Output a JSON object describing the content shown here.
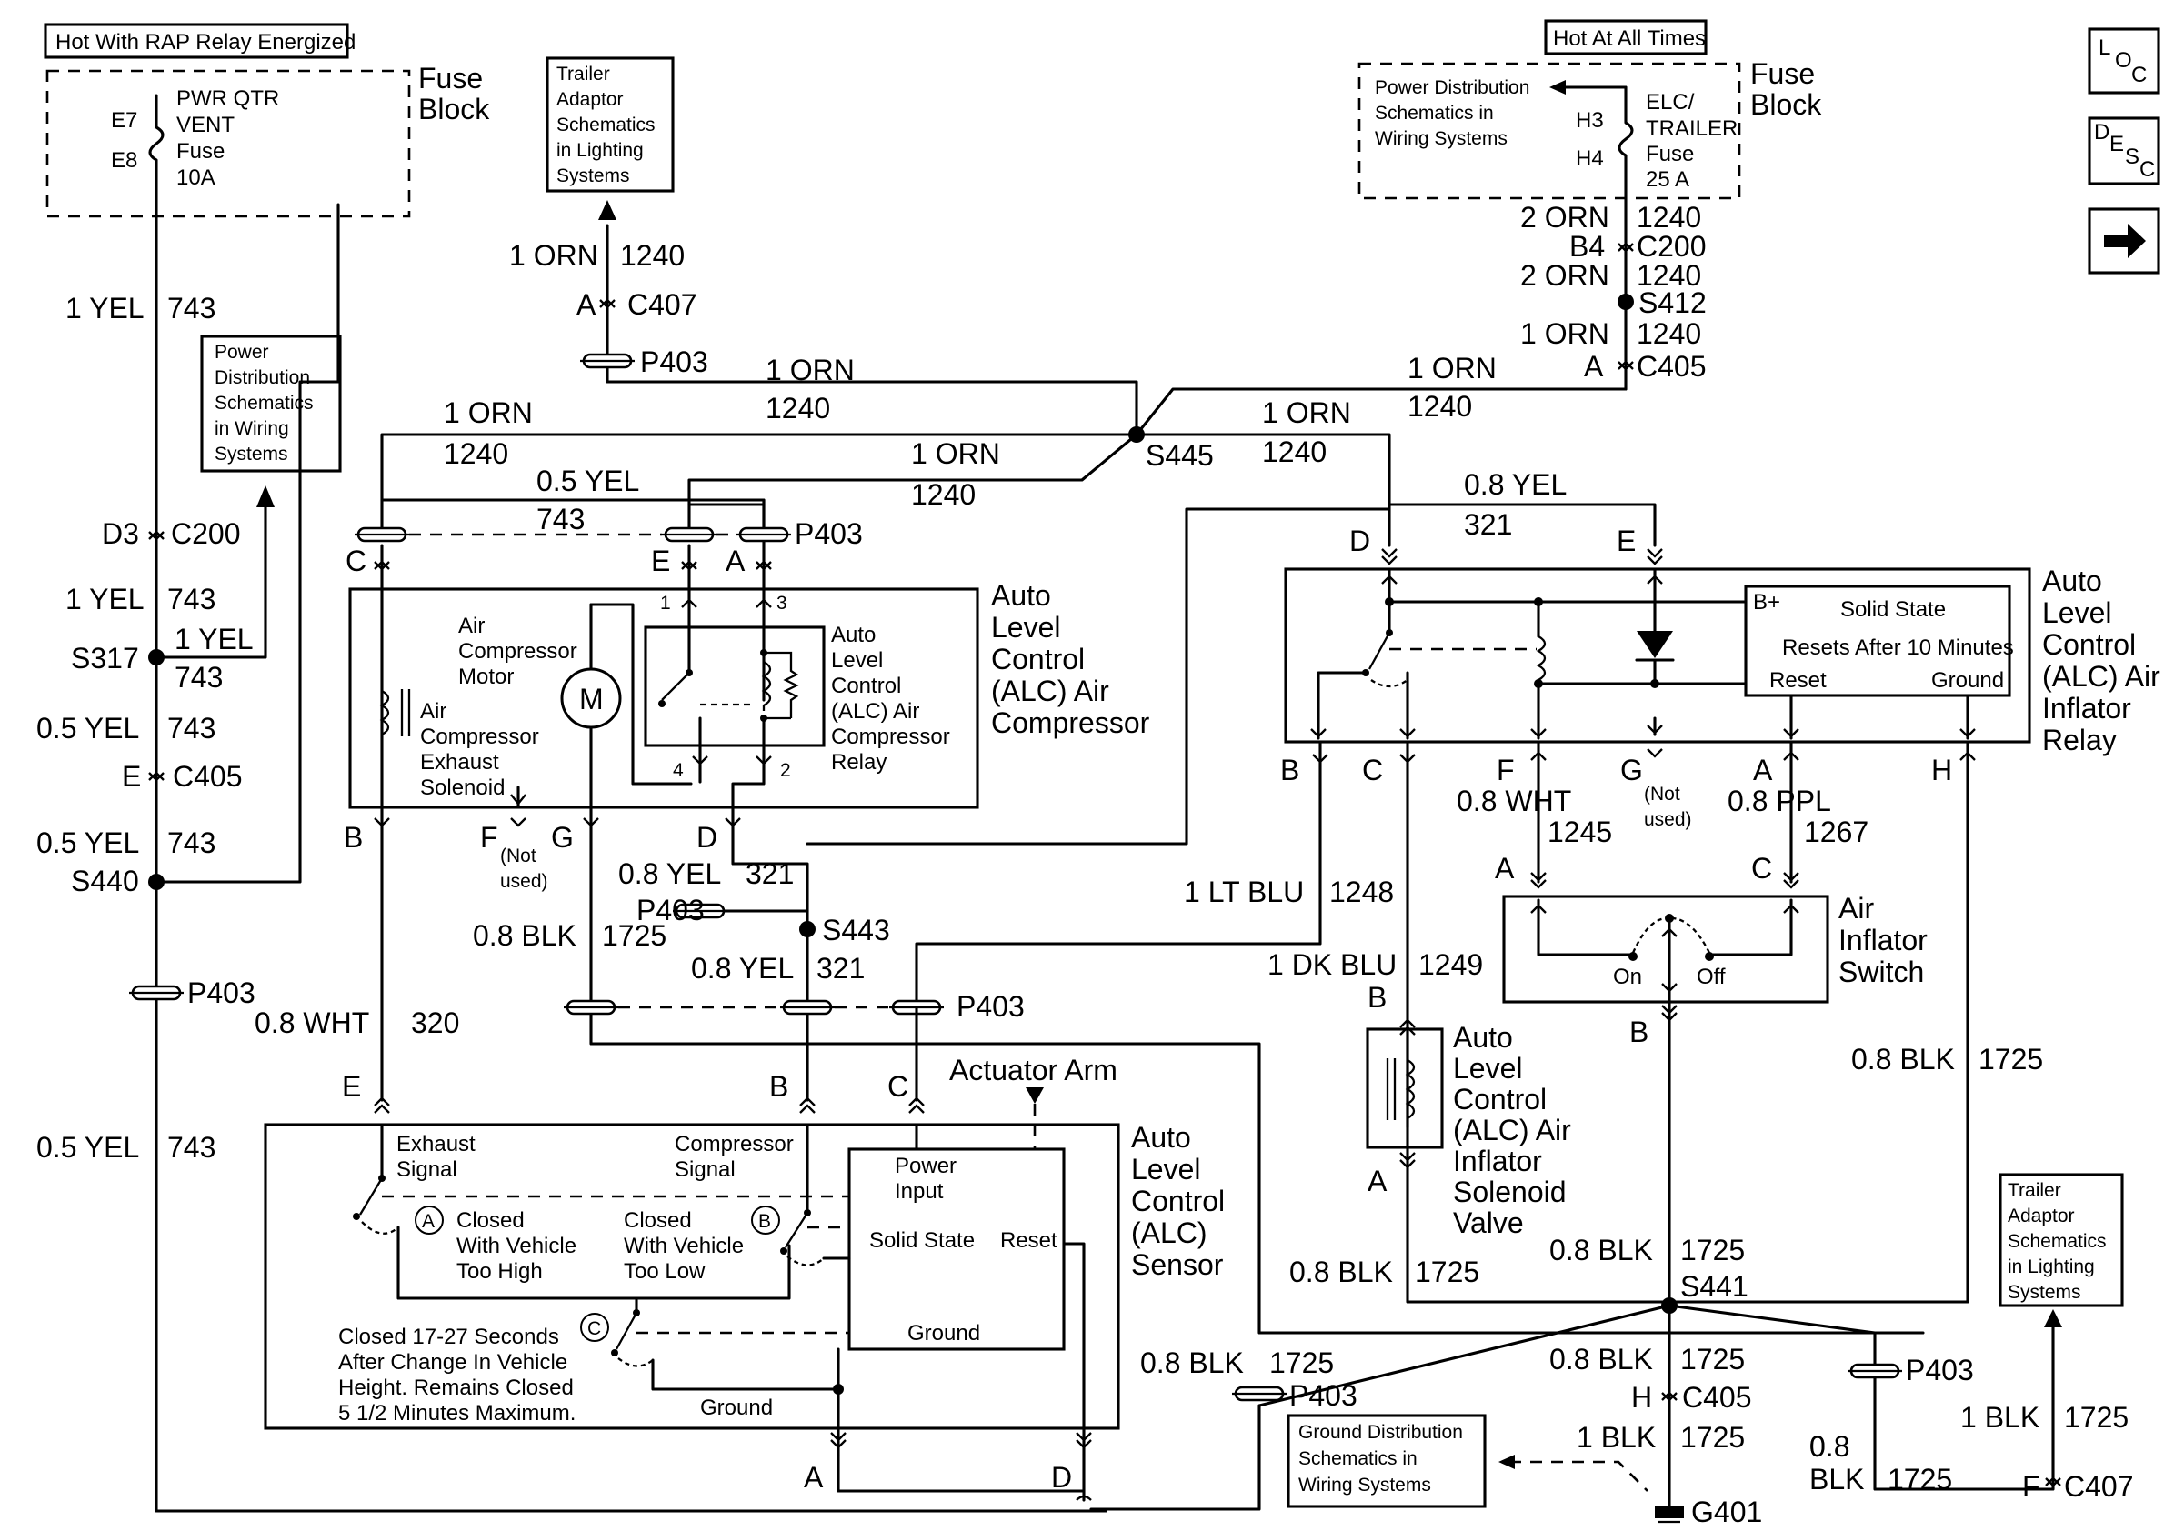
{
  "header_labels": {
    "rap_relay": "Hot With RAP Relay Energized",
    "hot_at_all_times": "Hot At All Times"
  },
  "fuse_block_left": {
    "title": [
      "Fuse",
      "Block"
    ],
    "terminals": [
      "E7",
      "E8"
    ],
    "fuse_text": [
      "PWR QTR",
      "VENT",
      "Fuse",
      "10A"
    ]
  },
  "fuse_block_right": {
    "title": [
      "Fuse",
      "Block"
    ],
    "terminals": [
      "H3",
      "H4"
    ],
    "fuse_text": [
      "ELC/",
      "TRAILER",
      "Fuse",
      "25 A"
    ],
    "ref_text": [
      "Power Distribution",
      "Schematics in",
      "Wiring Systems"
    ]
  },
  "refs": {
    "trailer_top": [
      "Trailer",
      "Adaptor",
      "Schematics",
      "in Lighting",
      "Systems"
    ],
    "power_left": [
      "Power",
      "Distribution",
      "Schematics",
      "in Wiring",
      "Systems"
    ],
    "trailer_bottom": [
      "Trailer",
      "Adaptor",
      "Schematics",
      "in Lighting",
      "Systems"
    ],
    "ground_dist": [
      "Ground Distribution",
      "Schematics in",
      "Wiring Systems"
    ]
  },
  "components": {
    "compressor": {
      "title": [
        "Auto",
        "Level",
        "Control",
        "(ALC) Air",
        "Compressor"
      ],
      "motor_label": [
        "Air",
        "Compressor",
        "Motor"
      ],
      "motor_symbol": "M",
      "solenoid_label": [
        "Air",
        "Compressor",
        "Exhaust",
        "Solenoid"
      ],
      "relay_label": [
        "Auto",
        "Level",
        "Control",
        "(ALC) Air",
        "Compressor",
        "Relay"
      ],
      "relay_pins": [
        "1",
        "3",
        "4",
        "2"
      ]
    },
    "inflator_relay": {
      "title": [
        "Auto",
        "Level",
        "Control",
        "(ALC) Air",
        "Inflator",
        "Relay"
      ],
      "bplus": "B+",
      "solid_state": "Solid State",
      "resets": "Resets After 10 Minutes",
      "reset": "Reset",
      "ground": "Ground"
    },
    "inflator_switch": {
      "title": [
        "Air",
        "Inflator",
        "Switch"
      ],
      "on": "On",
      "off": "Off"
    },
    "inflator_solenoid": {
      "title": [
        "Auto",
        "Level",
        "Control",
        "(ALC) Air",
        "Inflator",
        "Solenoid",
        "Valve"
      ]
    },
    "sensor": {
      "title": [
        "Auto",
        "Level",
        "Control",
        "(ALC)",
        "Sensor"
      ],
      "actuator": "Actuator Arm",
      "exhaust_signal": [
        "Exhaust",
        "Signal"
      ],
      "compressor_signal": [
        "Compressor",
        "Signal"
      ],
      "closed_high": [
        "Closed",
        "With Vehicle",
        "Too High"
      ],
      "closed_low": [
        "Closed",
        "With Vehicle",
        "Too Low"
      ],
      "closed_time": [
        "Closed 17-27 Seconds",
        "After Change In Vehicle",
        "Height. Remains Closed",
        "5 1/2 Minutes Maximum."
      ],
      "power_input": [
        "Power",
        "Input"
      ],
      "solid_state": "Solid State",
      "reset": "Reset",
      "ground_inner": "Ground",
      "ground_bottom": "Ground",
      "switch_letters": [
        "A",
        "B",
        "C"
      ]
    }
  },
  "wires": {
    "left_vert": [
      {
        "gauge": "1 YEL",
        "circuit": "743"
      },
      {
        "gauge": "1 YEL",
        "circuit": "743"
      },
      {
        "gauge": "0.5 YEL",
        "circuit": "743"
      },
      {
        "gauge": "0.5 YEL",
        "circuit": "743"
      },
      {
        "gauge": "0.5 YEL",
        "circuit": "743"
      }
    ],
    "s317_branch": {
      "gauge": "1 YEL",
      "circuit": "743"
    },
    "white_320": {
      "gauge": "0.8 WHT",
      "circuit": "320"
    },
    "yel_743_top": {
      "gauge": "0.5 YEL",
      "circuit": "743"
    },
    "orn_top_left": {
      "gauge": "1 ORN",
      "circuit": "1240"
    },
    "orn_trailer": {
      "gauge": "1 ORN",
      "circuit": "1240"
    },
    "orn_mid": {
      "gauge": "1 ORN",
      "circuit": "1240"
    },
    "orn_center": {
      "gauge": "1 ORN",
      "circuit": "1240"
    },
    "orn_right_mid": {
      "gauge": "1 ORN",
      "circuit": "1240"
    },
    "orn_right_top": {
      "gauge": "1 ORN",
      "circuit": "1240"
    },
    "orn_right_stack": [
      {
        "gauge": "2 ORN",
        "circuit": "1240"
      },
      {
        "gauge": "2 ORN",
        "circuit": "1240"
      },
      {
        "gauge": "1 ORN",
        "circuit": "1240"
      }
    ],
    "yel_321_top": {
      "gauge": "0.8 YEL",
      "circuit": "321"
    },
    "yel_321_a": {
      "gauge": "0.8 YEL",
      "circuit": "321"
    },
    "yel_321_b": {
      "gauge": "0.8 YEL",
      "circuit": "321"
    },
    "blk_1725_g": {
      "gauge": "0.8 BLK",
      "circuit": "1725"
    },
    "ltblu_1248": {
      "gauge": "1 LT BLU",
      "circuit": "1248"
    },
    "dkblu_1249": {
      "gauge": "1 DK BLU",
      "circuit": "1249"
    },
    "wht_1245": {
      "gauge": "0.8 WHT",
      "circuit": "1245"
    },
    "ppl_1267": {
      "gauge": "0.8 PPL",
      "circuit": "1267"
    },
    "blk_h": {
      "gauge": "0.8 BLK",
      "circuit": "1725"
    },
    "blk_sol": {
      "gauge": "0.8 BLK",
      "circuit": "1725"
    },
    "blk_sw": {
      "gauge": "0.8 BLK",
      "circuit": "1725"
    },
    "blk_s441_down": {
      "gauge": "0.8 BLK",
      "circuit": "1725"
    },
    "blk_g401": {
      "gauge": "1 BLK",
      "circuit": "1725"
    },
    "blk_sensor": {
      "gauge": "0.8 BLK",
      "circuit": "1725"
    },
    "blk_p403_right": {
      "gauge": "0.8 BLK",
      "circuit": "1725"
    },
    "blk_c407": {
      "gauge": "1 BLK",
      "circuit": "1725"
    }
  },
  "connectors": {
    "c407_top": [
      "A",
      "C407"
    ],
    "c200_left": [
      "D3",
      "C200"
    ],
    "c405_left": [
      "E",
      "C405"
    ],
    "c200_right": [
      "B4",
      "C200"
    ],
    "c405_right": [
      "A",
      "C405"
    ],
    "c405_bottom": [
      "H",
      "C405"
    ],
    "c407_bottom": [
      "F",
      "C407"
    ],
    "p403": "P403"
  },
  "splices": {
    "s317": "S317",
    "s440": "S440",
    "s445": "S445",
    "s412": "S412",
    "s443": "S443",
    "s441": "S441"
  },
  "ground": "G401",
  "pin_letters": {
    "comp_top": [
      "C",
      "E",
      "A"
    ],
    "comp_bottom": [
      "B",
      "F",
      "G",
      "D"
    ],
    "relay_top": [
      "D",
      "E"
    ],
    "relay_bottom": [
      "B",
      "C",
      "F",
      "G",
      "A",
      "H"
    ],
    "switch": [
      "A",
      "C",
      "B"
    ],
    "solenoid": [
      "B",
      "A"
    ],
    "sensor_top": [
      "E",
      "B",
      "C"
    ],
    "sensor_bottom": [
      "A",
      "D"
    ]
  },
  "not_used": [
    "(Not",
    "used)"
  ],
  "nav": {
    "loc": [
      "L",
      "O",
      "C"
    ],
    "desc": [
      "D",
      "E",
      "S",
      "C"
    ],
    "next_icon": "arrow-right-icon"
  }
}
